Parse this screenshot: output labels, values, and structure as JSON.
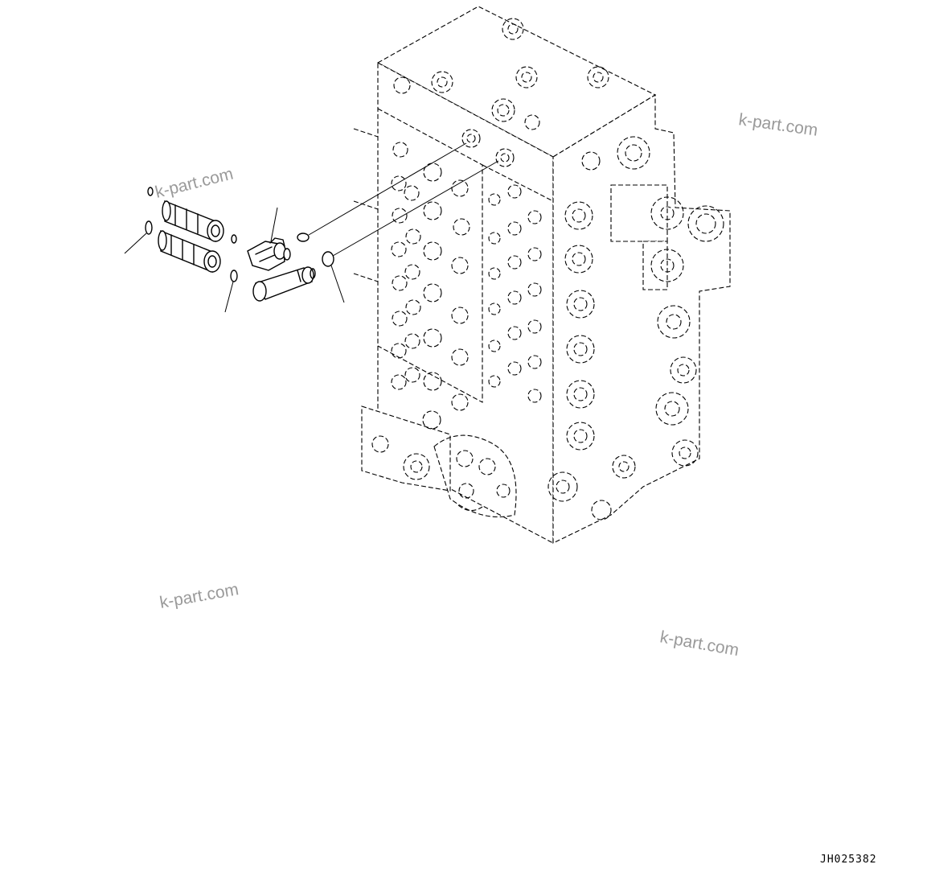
{
  "drawing_code": "JH025382",
  "watermarks": [
    "k-part.com",
    "k-part.com",
    "k-part.com",
    "k-part.com"
  ],
  "parts": [
    {
      "id": "plug-upper",
      "icon": "solenoid-plug"
    },
    {
      "id": "plug-lower",
      "icon": "solenoid-plug"
    },
    {
      "id": "elbow-fitting",
      "icon": "elbow-fitting"
    },
    {
      "id": "straight-connector",
      "icon": "connector"
    },
    {
      "id": "o-ring",
      "icon": "o-ring"
    }
  ],
  "colors": {
    "line": "#000000",
    "watermark": "#9a9a9a",
    "background": "#ffffff"
  }
}
